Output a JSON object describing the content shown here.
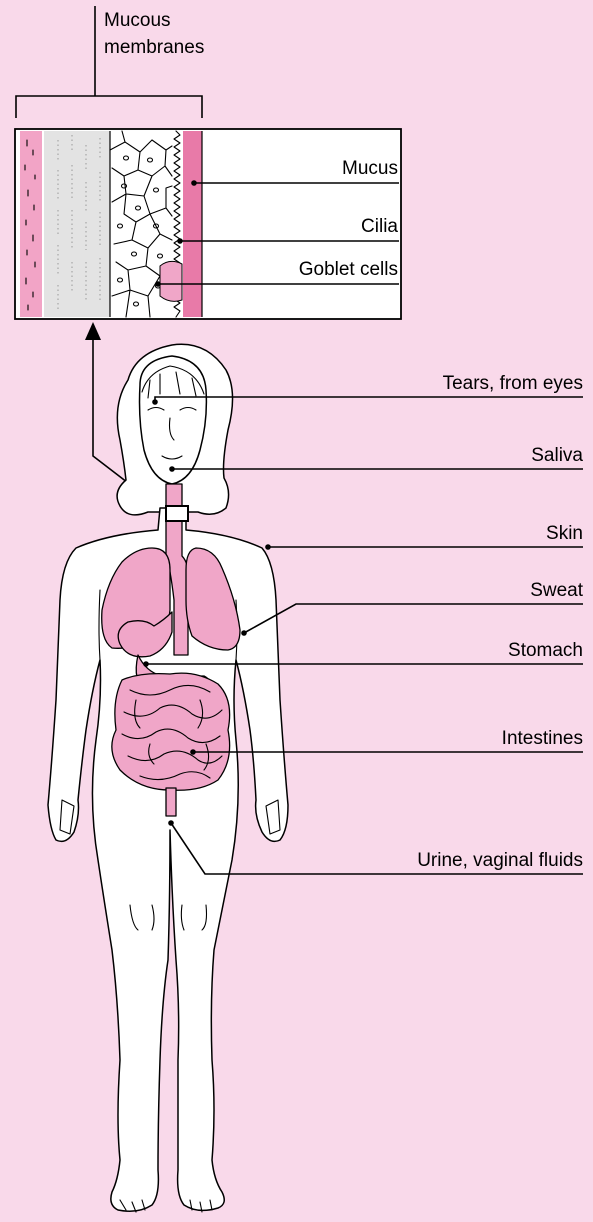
{
  "colors": {
    "background": "#f9d9ea",
    "organ_pink": "#f0a6c8",
    "mucus_pink": "#e87aa8",
    "membrane_grey": "#e3e3e3",
    "outline": "#000000",
    "body_fill": "#ffffff"
  },
  "header": {
    "title_line1": "Mucous",
    "title_line2": "membranes"
  },
  "inset_labels": {
    "mucus": "Mucus",
    "cilia": "Cilia",
    "goblet_cells": "Goblet cells"
  },
  "body_labels": {
    "tears": "Tears, from eyes",
    "saliva": "Saliva",
    "skin": "Skin",
    "sweat": "Sweat",
    "stomach": "Stomach",
    "intestines": "Intestines",
    "urine": "Urine, vaginal fluids"
  }
}
